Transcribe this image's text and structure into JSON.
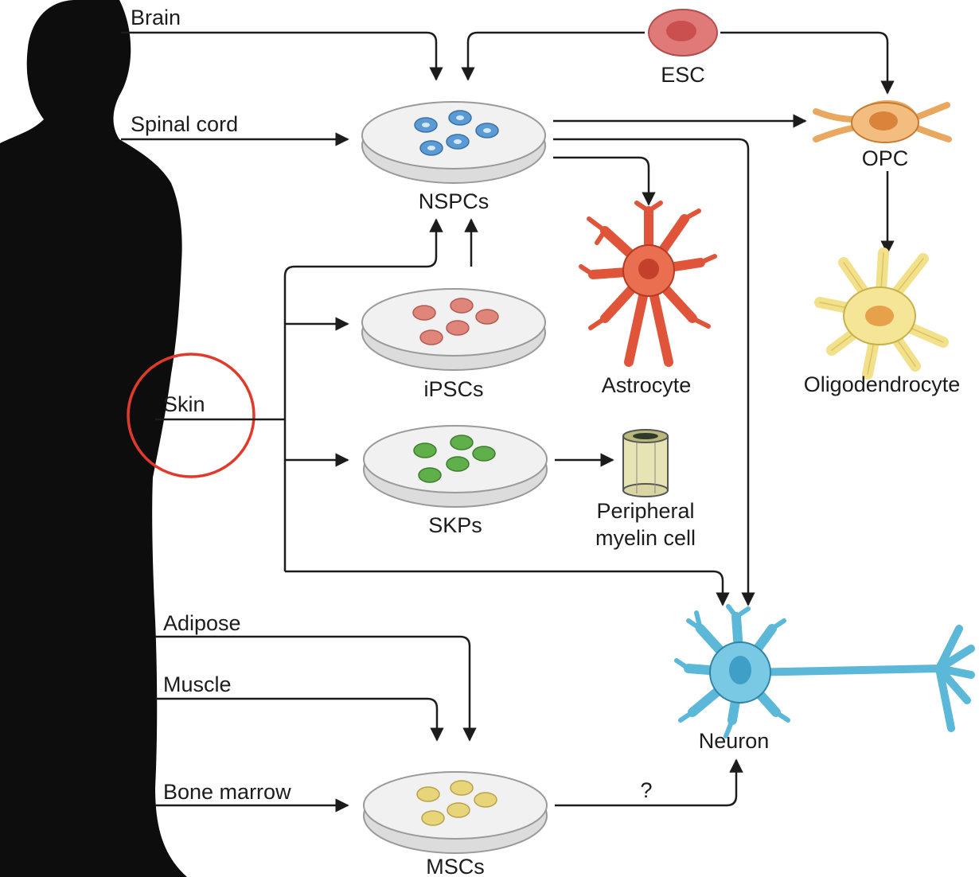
{
  "sources": {
    "brain": "Brain",
    "spinal_cord": "Spinal cord",
    "skin": "Skin",
    "adipose": "Adipose",
    "muscle": "Muscle",
    "bone_marrow": "Bone marrow"
  },
  "cultures": {
    "nspcs": "NSPCs",
    "ipscs": "iPSCs",
    "skps": "SKPs",
    "mscs": "MSCs"
  },
  "cells": {
    "esc": "ESC",
    "opc": "OPC",
    "oligodendrocyte": "Oligodendrocyte",
    "astrocyte": "Astrocyte",
    "peripheral_line1": "Peripheral",
    "peripheral_line2": "myelin cell",
    "neuron": "Neuron"
  },
  "annotations": {
    "question_mark": "?"
  },
  "colors": {
    "nspc_cells": "#5b9bd5",
    "ipsc_cells": "#e0857a",
    "skp_cells": "#5faf4a",
    "msc_cells": "#e8d57a",
    "astrocyte": "#e0553a",
    "oligodendrocyte": "#f2e08a",
    "opc": "#e9a760",
    "esc": "#e07a78",
    "neuron": "#5bb8d8",
    "highlight_circle": "#e03a2a",
    "silhouette": "#0d0d0d"
  }
}
